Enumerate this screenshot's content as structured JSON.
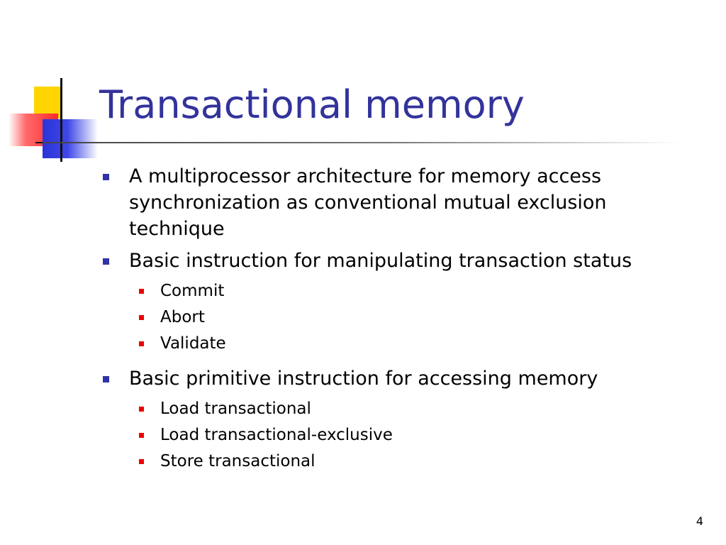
{
  "slide": {
    "title": "Transactional memory",
    "page_number": "4",
    "colors": {
      "title": "#33339c",
      "main_bullet": "#3232a8",
      "sub_bullet": "#ee0000"
    },
    "items": [
      {
        "text": "A multiprocessor architecture for memory access synchronization as conventional mutual exclusion technique",
        "subitems": []
      },
      {
        "text": "Basic instruction for manipulating transaction status",
        "subitems": [
          "Commit",
          "Abort",
          "Validate"
        ]
      },
      {
        "text": "Basic primitive instruction for accessing memory",
        "subitems": [
          "Load transactional",
          "Load transactional-exclusive",
          "Store transactional"
        ]
      }
    ]
  }
}
